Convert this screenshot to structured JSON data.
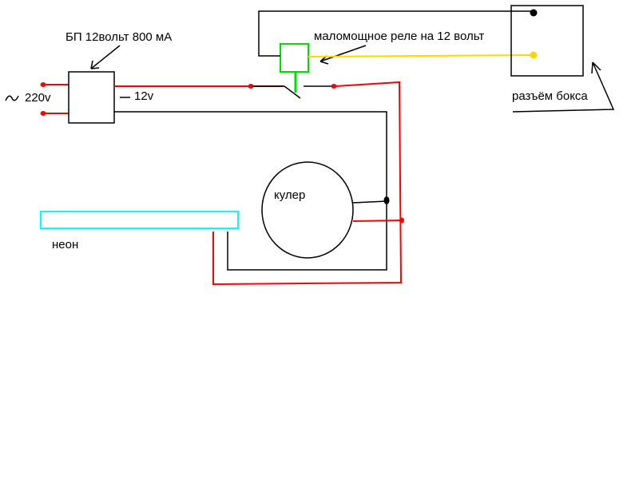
{
  "labels": {
    "power_supply": "БП 12вольт 800 мА",
    "relay": "маломощное реле на 12 вольт",
    "box_connector": "разъём бокса",
    "mains_voltage": "220v",
    "output_voltage": "12v",
    "cooler": "кулер",
    "neon": "неон"
  },
  "colors": {
    "positive_wire": "#ff0000",
    "negative_wire": "#000000",
    "signal_wire": "#ffd700",
    "relay_coil": "#00dd00",
    "neon_tube": "#00ffff",
    "background": "#ffffff"
  }
}
